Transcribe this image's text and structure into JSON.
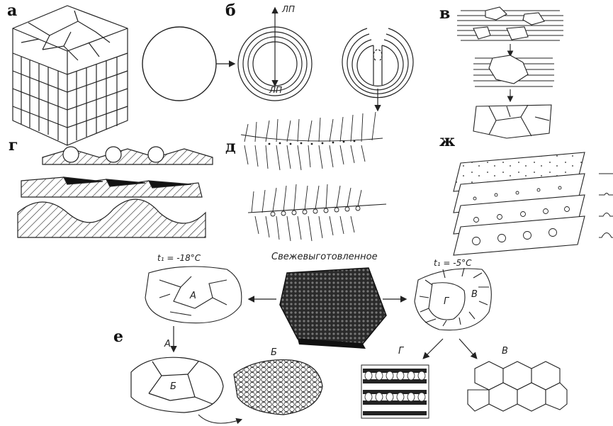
{
  "panels": {
    "a": "а",
    "b": "б",
    "v": "в",
    "g": "г",
    "d": "д",
    "zh": "ж",
    "e": "е"
  },
  "annotations": {
    "cp_top": "ЛП",
    "cp_bottom": "ЛП",
    "fresh": "Свежевыготовленное",
    "temp_left": "t₁ = -18°C",
    "temp_right": "t₁ = -5°C",
    "region_A_inside": "А",
    "region_A_label": "А",
    "region_B_inside": "Б",
    "region_B_label": "Б",
    "region_G_inside": "Г",
    "region_G_label": "Г",
    "region_V_inside": "В",
    "region_V_label": "В"
  }
}
